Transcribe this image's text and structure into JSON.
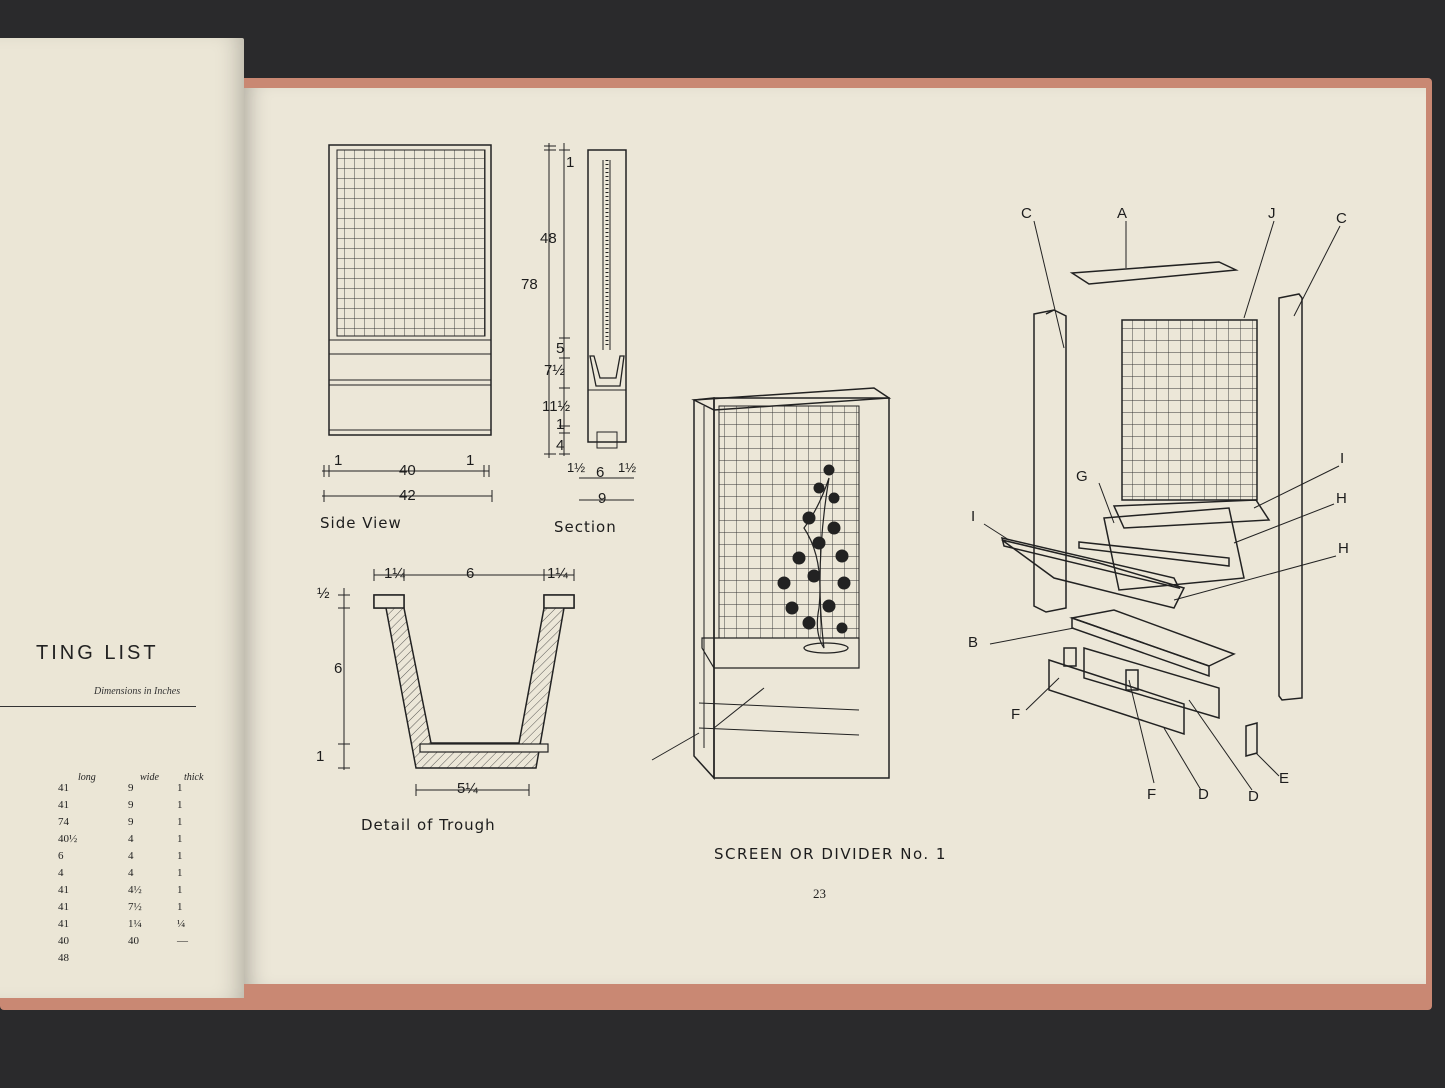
{
  "left_page": {
    "heading_fragment": "TING LIST",
    "dimension_note": "Dimensions in Inches",
    "column_headers": {
      "long": "long",
      "wide": "wide",
      "thick": "thick"
    },
    "rows": [
      {
        "long": "41",
        "wide": "9",
        "thick": "1"
      },
      {
        "long": "41",
        "wide": "9",
        "thick": "1"
      },
      {
        "long": "74",
        "wide": "9",
        "thick": "1"
      },
      {
        "long": "40½",
        "wide": "4",
        "thick": "1"
      },
      {
        "long": "6",
        "wide": "4",
        "thick": "1"
      },
      {
        "long": "4",
        "wide": "4",
        "thick": "1"
      },
      {
        "long": "41",
        "wide": "4½",
        "thick": "1"
      },
      {
        "long": "41",
        "wide": "7½",
        "thick": "1"
      },
      {
        "long": "41",
        "wide": "1¼",
        "thick": "¼"
      },
      {
        "long": "40",
        "wide": "40",
        "thick": "—"
      },
      {
        "long": "48",
        "wide": "",
        "thick": ""
      }
    ]
  },
  "side_view": {
    "caption": "Side View",
    "dim_inner_width": "40",
    "dim_outer_width": "42",
    "dim_edge_left": "1",
    "dim_edge_right": "1"
  },
  "section": {
    "caption": "Section",
    "dim_total_height": "78",
    "dims_vertical": [
      "1",
      "48",
      "5",
      "7½",
      "11½",
      "1",
      "4"
    ],
    "dims_bottom": [
      "1½",
      "6",
      "1½"
    ],
    "dim_overall_depth": "9"
  },
  "trough": {
    "caption": "Detail of Trough",
    "dim_top_left": "1¼",
    "dim_top_mid": "6",
    "dim_top_right": "1¼",
    "dim_base": "5¼",
    "dims_vertical": [
      "½",
      "6",
      "1"
    ]
  },
  "exploded_labels": {
    "A": "A",
    "B": "B",
    "C_left": "C",
    "C_right": "C",
    "D_1": "D",
    "D_2": "D",
    "E": "E",
    "F_1": "F",
    "F_2": "F",
    "G": "G",
    "H_1": "H",
    "H_2": "H",
    "I_left": "I",
    "I_right": "I",
    "J": "J"
  },
  "page_title": "SCREEN OR DIVIDER No. 1",
  "page_number": "23",
  "colors": {
    "paper": "#ece7d8",
    "ink": "#1d1d1d",
    "cover": "#c98873",
    "background": "#2a2a2c"
  }
}
